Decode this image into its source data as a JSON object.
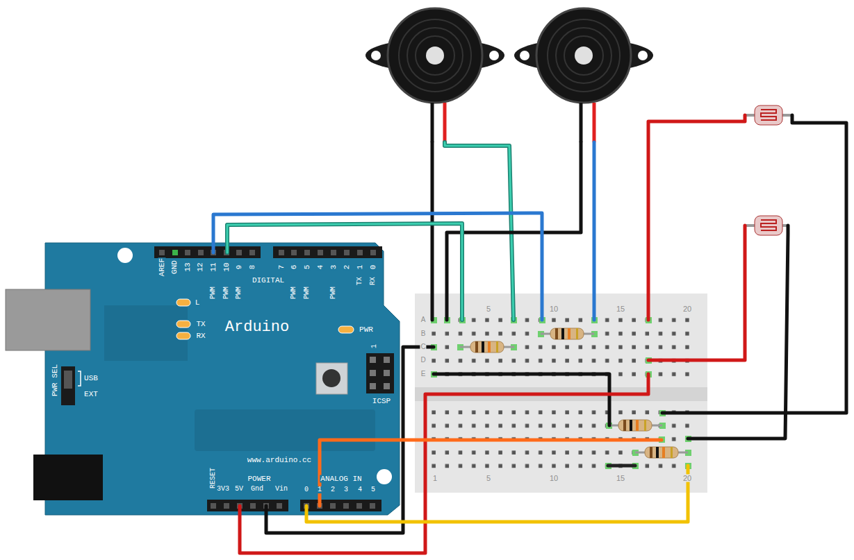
{
  "diagram": {
    "labels": [
      "AREF",
      "GND",
      "13",
      "12",
      "11",
      "10",
      "9",
      "8",
      "DIGITAL",
      "7",
      "6",
      "5",
      "4",
      "3",
      "2",
      "1",
      "0",
      "PWM",
      "PWM",
      "PWM",
      "PWM",
      "PWM",
      "PWM",
      "TX",
      "RX",
      "L",
      "TX",
      "RX",
      "Arduino",
      "PWR",
      "1",
      "ICSP",
      "PWR SEL",
      "USB",
      "EXT",
      "www.arduino.cc",
      "RESET",
      "3V3",
      "POWER",
      "5V",
      "Gnd",
      "Vin",
      "ANALOG IN",
      "0",
      "1",
      "2",
      "3",
      "4",
      "5",
      "A",
      "B",
      "C",
      "D",
      "E",
      "5",
      "10",
      "15",
      "20",
      "1",
      "5",
      "10",
      "15",
      "20"
    ]
  }
}
